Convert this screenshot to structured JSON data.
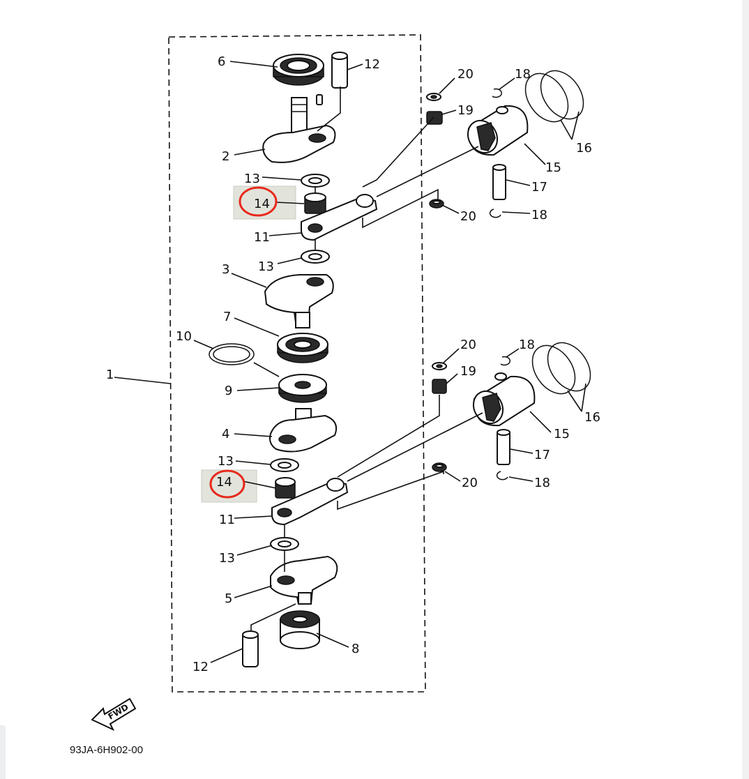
{
  "diagram": {
    "assembly_label": "1",
    "part_labels": {
      "crank_upper_bearing": "6",
      "upper_pin": "12",
      "crank_upper_web": "2",
      "washer_a": "13",
      "needle_bearing_a": "14",
      "rod_a": "11",
      "washer_b": "13",
      "crank_mid_web": "3",
      "center_bearing": "7",
      "circlip_ring": "10",
      "labyrinth_seal": "9",
      "crank_lower_web": "4",
      "washer_c": "13",
      "needle_bearing_b": "14",
      "rod_b": "11",
      "washer_d": "13",
      "crank_bottom_web": "5",
      "bottom_pin": "12",
      "bottom_bearing": "8",
      "upper_washer_top": "20",
      "upper_clip_top": "18",
      "upper_small_bearing": "19",
      "upper_rings": "16",
      "upper_piston": "15",
      "upper_piston_pin": "17",
      "upper_clip_bottom": "18",
      "upper_washer_bottom": "20",
      "lower_washer_top": "20",
      "lower_clip_top": "18",
      "lower_small_bearing": "19",
      "lower_rings": "16",
      "lower_piston": "15",
      "lower_piston_pin": "17",
      "lower_clip_bottom": "18",
      "lower_washer_bottom": "20"
    },
    "forward_arrow": "FWD",
    "diagram_code": "93JA-6H902-00"
  },
  "colors": {
    "ink": "#111111",
    "highlight_box": "#e2e4dc",
    "marker_circle": "#e8291c"
  }
}
